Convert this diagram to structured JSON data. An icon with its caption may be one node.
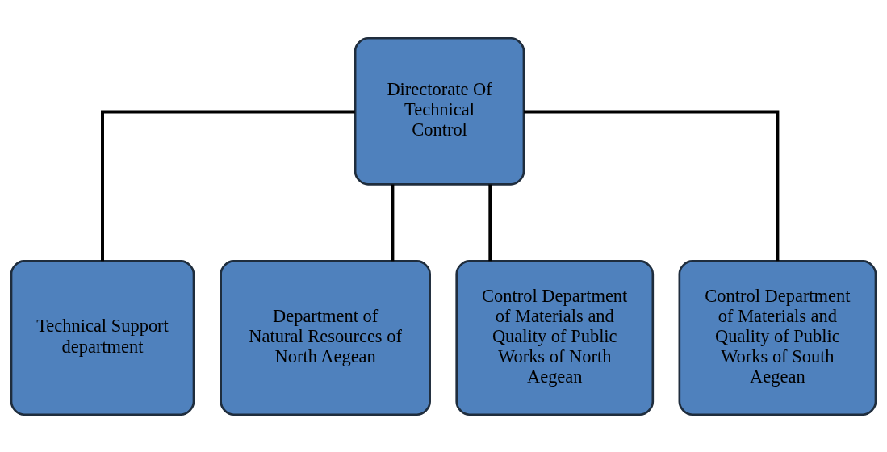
{
  "diagram": {
    "nodes": [
      {
        "text": [
          "Directorate Of Technical Control"
        ]
      },
      {
        "text": [
          "Technical Support department"
        ]
      },
      {
        "text": [
          "Department of Natural Resources of North Aegean"
        ]
      },
      {
        "text": [
          "Control Department of Materials and Quality of Public Works of North Aegean"
        ]
      },
      {
        "text": [
          "Control Department of Materials and Quality of Public Works of South Aegean"
        ]
      }
    ],
    "edges": [
      {
        "from": 0,
        "to": 1,
        "arrow": "none"
      },
      {
        "from": 0,
        "to": 2,
        "arrow": "none"
      },
      {
        "from": 0,
        "to": 3,
        "arrow": "none"
      },
      {
        "from": 0,
        "to": 4,
        "arrow": "none"
      }
    ]
  }
}
